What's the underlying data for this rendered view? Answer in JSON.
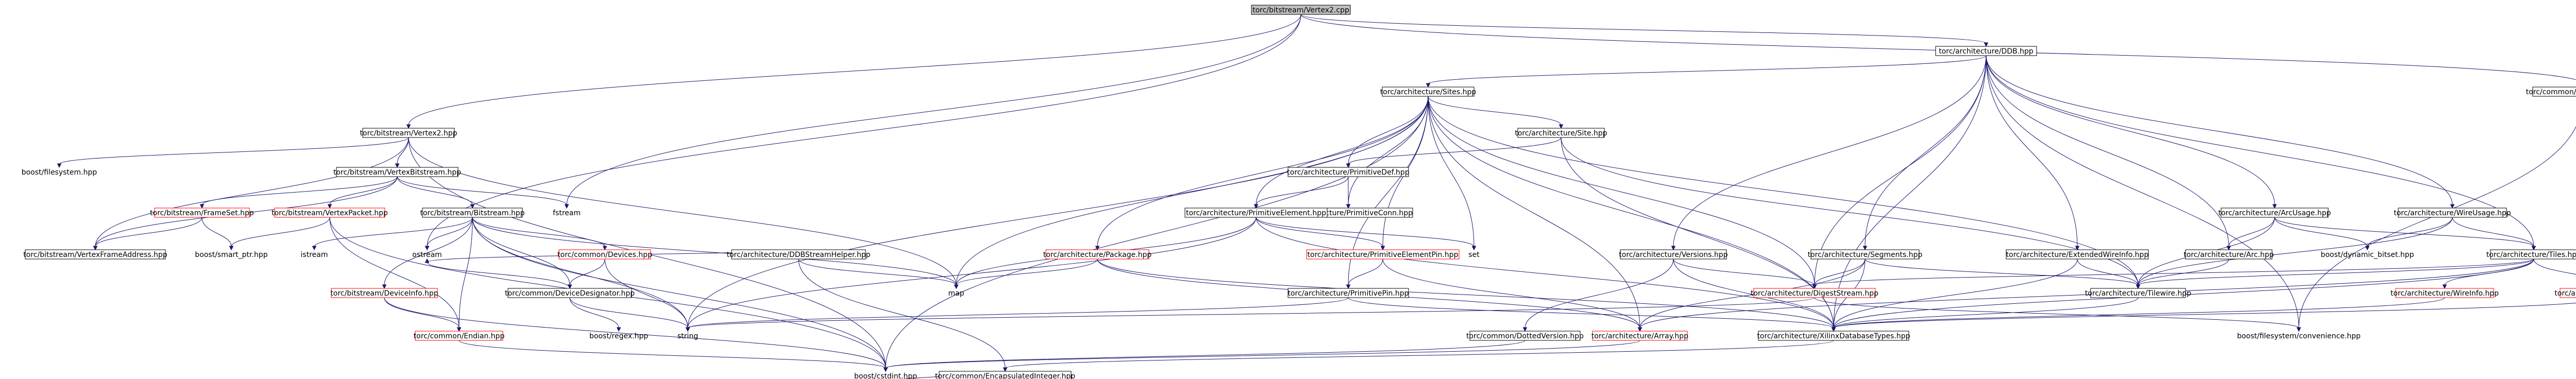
{
  "nodes": {
    "vertex2_cpp": {
      "label": "torc/bitstream/Vertex2.cpp",
      "style": "root"
    },
    "ddb": {
      "label": "torc/architecture/DDB.hpp",
      "style": "normal"
    },
    "directory_tree": {
      "label": "torc/common/DirectoryTree.hpp",
      "style": "normal"
    },
    "sites": {
      "label": "torc/architecture/Sites.hpp",
      "style": "normal"
    },
    "vertex2_hpp": {
      "label": "torc/bitstream/Vertex2.hpp",
      "style": "normal"
    },
    "filesystem": {
      "label": "boost/filesystem.hpp",
      "style": "plain"
    },
    "site": {
      "label": "torc/architecture/Site.hpp",
      "style": "normal"
    },
    "vertex_bitstream": {
      "label": "torc/bitstream/VertexBitstream.hpp",
      "style": "normal"
    },
    "primitive_def": {
      "label": "torc/architecture/PrimitiveDef.hpp",
      "style": "normal"
    },
    "frame_set": {
      "label": "torc/bitstream/FrameSet.hpp",
      "style": "red"
    },
    "vertex_packet": {
      "label": "torc/bitstream/VertexPacket.hpp",
      "style": "red"
    },
    "bitstream": {
      "label": "torc/bitstream/Bitstream.hpp",
      "style": "normal"
    },
    "fstream": {
      "label": "fstream",
      "style": "plain"
    },
    "primitive_conn": {
      "label": "torc/architecture/PrimitiveConn.hpp",
      "style": "normal"
    },
    "arc_usage": {
      "label": "torc/architecture/ArcUsage.hpp",
      "style": "normal"
    },
    "wire_usage": {
      "label": "torc/architecture/WireUsage.hpp",
      "style": "normal"
    },
    "primitive_element": {
      "label": "torc/architecture/PrimitiveElement.hpp",
      "style": "normal"
    },
    "vertex_frame_address": {
      "label": "torc/bitstream/VertexFrameAddress.hpp",
      "style": "normal"
    },
    "smart_ptr": {
      "label": "boost/smart_ptr.hpp",
      "style": "plain"
    },
    "istream": {
      "label": "istream",
      "style": "plain"
    },
    "ostream": {
      "label": "ostream",
      "style": "plain"
    },
    "ddb_stream_helper": {
      "label": "torc/architecture/DDBStreamHelper.hpp",
      "style": "normal"
    },
    "package": {
      "label": "torc/architecture/Package.hpp",
      "style": "red"
    },
    "primitive_element_pin": {
      "label": "torc/architecture/PrimitiveElementPin.hpp",
      "style": "red"
    },
    "set": {
      "label": "set",
      "style": "plain"
    },
    "versions": {
      "label": "torc/architecture/Versions.hpp",
      "style": "normal"
    },
    "segments": {
      "label": "torc/architecture/Segments.hpp",
      "style": "normal"
    },
    "extended_wire_info": {
      "label": "torc/architecture/ExtendedWireInfo.hpp",
      "style": "normal"
    },
    "arc": {
      "label": "torc/architecture/Arc.hpp",
      "style": "normal"
    },
    "dynamic_bitset": {
      "label": "boost/dynamic_bitset.hpp",
      "style": "plain"
    },
    "tiles": {
      "label": "torc/architecture/Tiles.hpp",
      "style": "normal"
    },
    "devices": {
      "label": "torc/common/Devices.hpp",
      "style": "red"
    },
    "device_info": {
      "label": "torc/bitstream/DeviceInfo.hpp",
      "style": "red"
    },
    "map": {
      "label": "map",
      "style": "plain"
    },
    "primitive_pin": {
      "label": "torc/architecture/PrimitivePin.hpp",
      "style": "normal"
    },
    "digest_stream": {
      "label": "torc/architecture/DigestStream.hpp",
      "style": "red"
    },
    "tilewire": {
      "label": "torc/architecture/Tilewire.hpp",
      "style": "normal"
    },
    "wire_info": {
      "label": "torc/architecture/WireInfo.hpp",
      "style": "red"
    },
    "tile_info": {
      "label": "torc/architecture/TileInfo.hpp",
      "style": "red"
    },
    "device_designator": {
      "label": "torc/common/DeviceDesignator.hpp",
      "style": "normal"
    },
    "endian": {
      "label": "torc/common/Endian.hpp",
      "style": "red"
    },
    "regex": {
      "label": "boost/regex.hpp",
      "style": "plain"
    },
    "string": {
      "label": "string",
      "style": "plain"
    },
    "dotted_version": {
      "label": "torc/common/DottedVersion.hpp",
      "style": "normal"
    },
    "array": {
      "label": "torc/architecture/Array.hpp",
      "style": "red"
    },
    "xilinx_database_types": {
      "label": "torc/architecture/XilinxDatabaseTypes.hpp",
      "style": "normal"
    },
    "filesystem_convenience": {
      "label": "boost/filesystem/convenience.hpp",
      "style": "plain"
    },
    "cstdint": {
      "label": "boost/cstdint.hpp",
      "style": "plain"
    },
    "encapsulated_integer": {
      "label": "torc/common/EncapsulatedInteger.hpp",
      "style": "normal"
    }
  },
  "edges": [
    [
      "vertex2_cpp",
      "ddb"
    ],
    [
      "vertex2_cpp",
      "directory_tree"
    ],
    [
      "vertex2_cpp",
      "vertex2_hpp"
    ],
    [
      "vertex2_cpp",
      "fstream"
    ],
    [
      "vertex2_cpp",
      "ostream"
    ],
    [
      "ddb",
      "sites"
    ],
    [
      "ddb",
      "versions"
    ],
    [
      "ddb",
      "segments"
    ],
    [
      "ddb",
      "extended_wire_info"
    ],
    [
      "ddb",
      "arc_usage"
    ],
    [
      "ddb",
      "wire_usage"
    ],
    [
      "ddb",
      "tiles"
    ],
    [
      "ddb",
      "arc"
    ],
    [
      "ddb",
      "digest_stream"
    ],
    [
      "ddb",
      "filesystem_convenience"
    ],
    [
      "ddb",
      "xilinx_database_types"
    ],
    [
      "directory_tree",
      "filesystem_convenience"
    ],
    [
      "sites",
      "site"
    ],
    [
      "sites",
      "primitive_def"
    ],
    [
      "sites",
      "primitive_conn"
    ],
    [
      "sites",
      "primitive_element"
    ],
    [
      "sites",
      "package"
    ],
    [
      "sites",
      "primitive_element_pin"
    ],
    [
      "sites",
      "primitive_pin"
    ],
    [
      "sites",
      "array"
    ],
    [
      "sites",
      "xilinx_database_types"
    ],
    [
      "sites",
      "map"
    ],
    [
      "sites",
      "set"
    ],
    [
      "sites",
      "string"
    ],
    [
      "sites",
      "cstdint"
    ],
    [
      "sites",
      "digest_stream"
    ],
    [
      "sites",
      "tilewire"
    ],
    [
      "vertex2_hpp",
      "filesystem"
    ],
    [
      "vertex2_hpp",
      "vertex_bitstream"
    ],
    [
      "vertex2_hpp",
      "vertex_frame_address"
    ],
    [
      "vertex2_hpp",
      "map"
    ],
    [
      "vertex2_hpp",
      "cstdint"
    ],
    [
      "vertex_bitstream",
      "frame_set"
    ],
    [
      "vertex_bitstream",
      "vertex_packet"
    ],
    [
      "vertex_bitstream",
      "bitstream"
    ],
    [
      "vertex_bitstream",
      "vertex_frame_address"
    ],
    [
      "vertex_bitstream",
      "fstream"
    ],
    [
      "frame_set",
      "smart_ptr"
    ],
    [
      "frame_set",
      "vertex_frame_address"
    ],
    [
      "vertex_packet",
      "endian"
    ],
    [
      "vertex_packet",
      "cstdint"
    ],
    [
      "vertex_packet",
      "smart_ptr"
    ],
    [
      "bitstream",
      "istream"
    ],
    [
      "bitstream",
      "ostream"
    ],
    [
      "bitstream",
      "devices"
    ],
    [
      "bitstream",
      "device_info"
    ],
    [
      "bitstream",
      "device_designator"
    ],
    [
      "bitstream",
      "endian"
    ],
    [
      "bitstream",
      "string"
    ],
    [
      "bitstream",
      "map"
    ],
    [
      "bitstream",
      "cstdint"
    ],
    [
      "site",
      "primitive_def"
    ],
    [
      "site",
      "tilewire"
    ],
    [
      "site",
      "xilinx_database_types"
    ],
    [
      "primitive_def",
      "primitive_conn"
    ],
    [
      "primitive_def",
      "primitive_element"
    ],
    [
      "primitive_element",
      "primitive_element_pin"
    ],
    [
      "primitive_element",
      "map"
    ],
    [
      "primitive_element",
      "set"
    ],
    [
      "primitive_element",
      "string"
    ],
    [
      "primitive_element",
      "xilinx_database_types"
    ],
    [
      "primitive_element_pin",
      "primitive_pin"
    ],
    [
      "primitive_element_pin",
      "array"
    ],
    [
      "primitive_pin",
      "xilinx_database_types"
    ],
    [
      "primitive_pin",
      "string"
    ],
    [
      "package",
      "array"
    ],
    [
      "package",
      "map"
    ],
    [
      "package",
      "xilinx_database_types"
    ],
    [
      "ddb_stream_helper",
      "ostream"
    ],
    [
      "ddb_stream_helper",
      "map"
    ],
    [
      "ddb_stream_helper",
      "encapsulated_integer"
    ],
    [
      "versions",
      "dotted_version"
    ],
    [
      "versions",
      "xilinx_database_types"
    ],
    [
      "versions",
      "digest_stream"
    ],
    [
      "segments",
      "digest_stream"
    ],
    [
      "segments",
      "tilewire"
    ],
    [
      "segments",
      "array"
    ],
    [
      "segments",
      "xilinx_database_types"
    ],
    [
      "extended_wire_info",
      "tilewire"
    ],
    [
      "extended_wire_info",
      "xilinx_database_types"
    ],
    [
      "arc_usage",
      "arc"
    ],
    [
      "arc_usage",
      "tiles"
    ],
    [
      "arc_usage",
      "dynamic_bitset"
    ],
    [
      "arc_usage",
      "tilewire"
    ],
    [
      "wire_usage",
      "tiles"
    ],
    [
      "wire_usage",
      "dynamic_bitset"
    ],
    [
      "wire_usage",
      "tilewire"
    ],
    [
      "arc",
      "tilewire"
    ],
    [
      "tiles",
      "digest_stream"
    ],
    [
      "tiles",
      "wire_info"
    ],
    [
      "tiles",
      "tile_info"
    ],
    [
      "tiles",
      "array"
    ],
    [
      "tiles",
      "xilinx_database_types"
    ],
    [
      "tiles",
      "tilewire"
    ],
    [
      "devices",
      "device_designator"
    ],
    [
      "devices",
      "string"
    ],
    [
      "device_info",
      "endian"
    ],
    [
      "device_info",
      "cstdint"
    ],
    [
      "device_designator",
      "regex"
    ],
    [
      "device_designator",
      "ostream"
    ],
    [
      "device_designator",
      "string"
    ],
    [
      "digest_stream",
      "filesystem_convenience"
    ],
    [
      "digest_stream",
      "string"
    ],
    [
      "tilewire",
      "xilinx_database_types"
    ],
    [
      "wire_info",
      "xilinx_database_types"
    ],
    [
      "tile_info",
      "xilinx_database_types"
    ],
    [
      "dotted_version",
      "cstdint"
    ],
    [
      "array",
      "cstdint"
    ],
    [
      "endian",
      "cstdint"
    ],
    [
      "xilinx_database_types",
      "encapsulated_integer"
    ],
    [
      "encapsulated_integer",
      "cstdint"
    ]
  ]
}
